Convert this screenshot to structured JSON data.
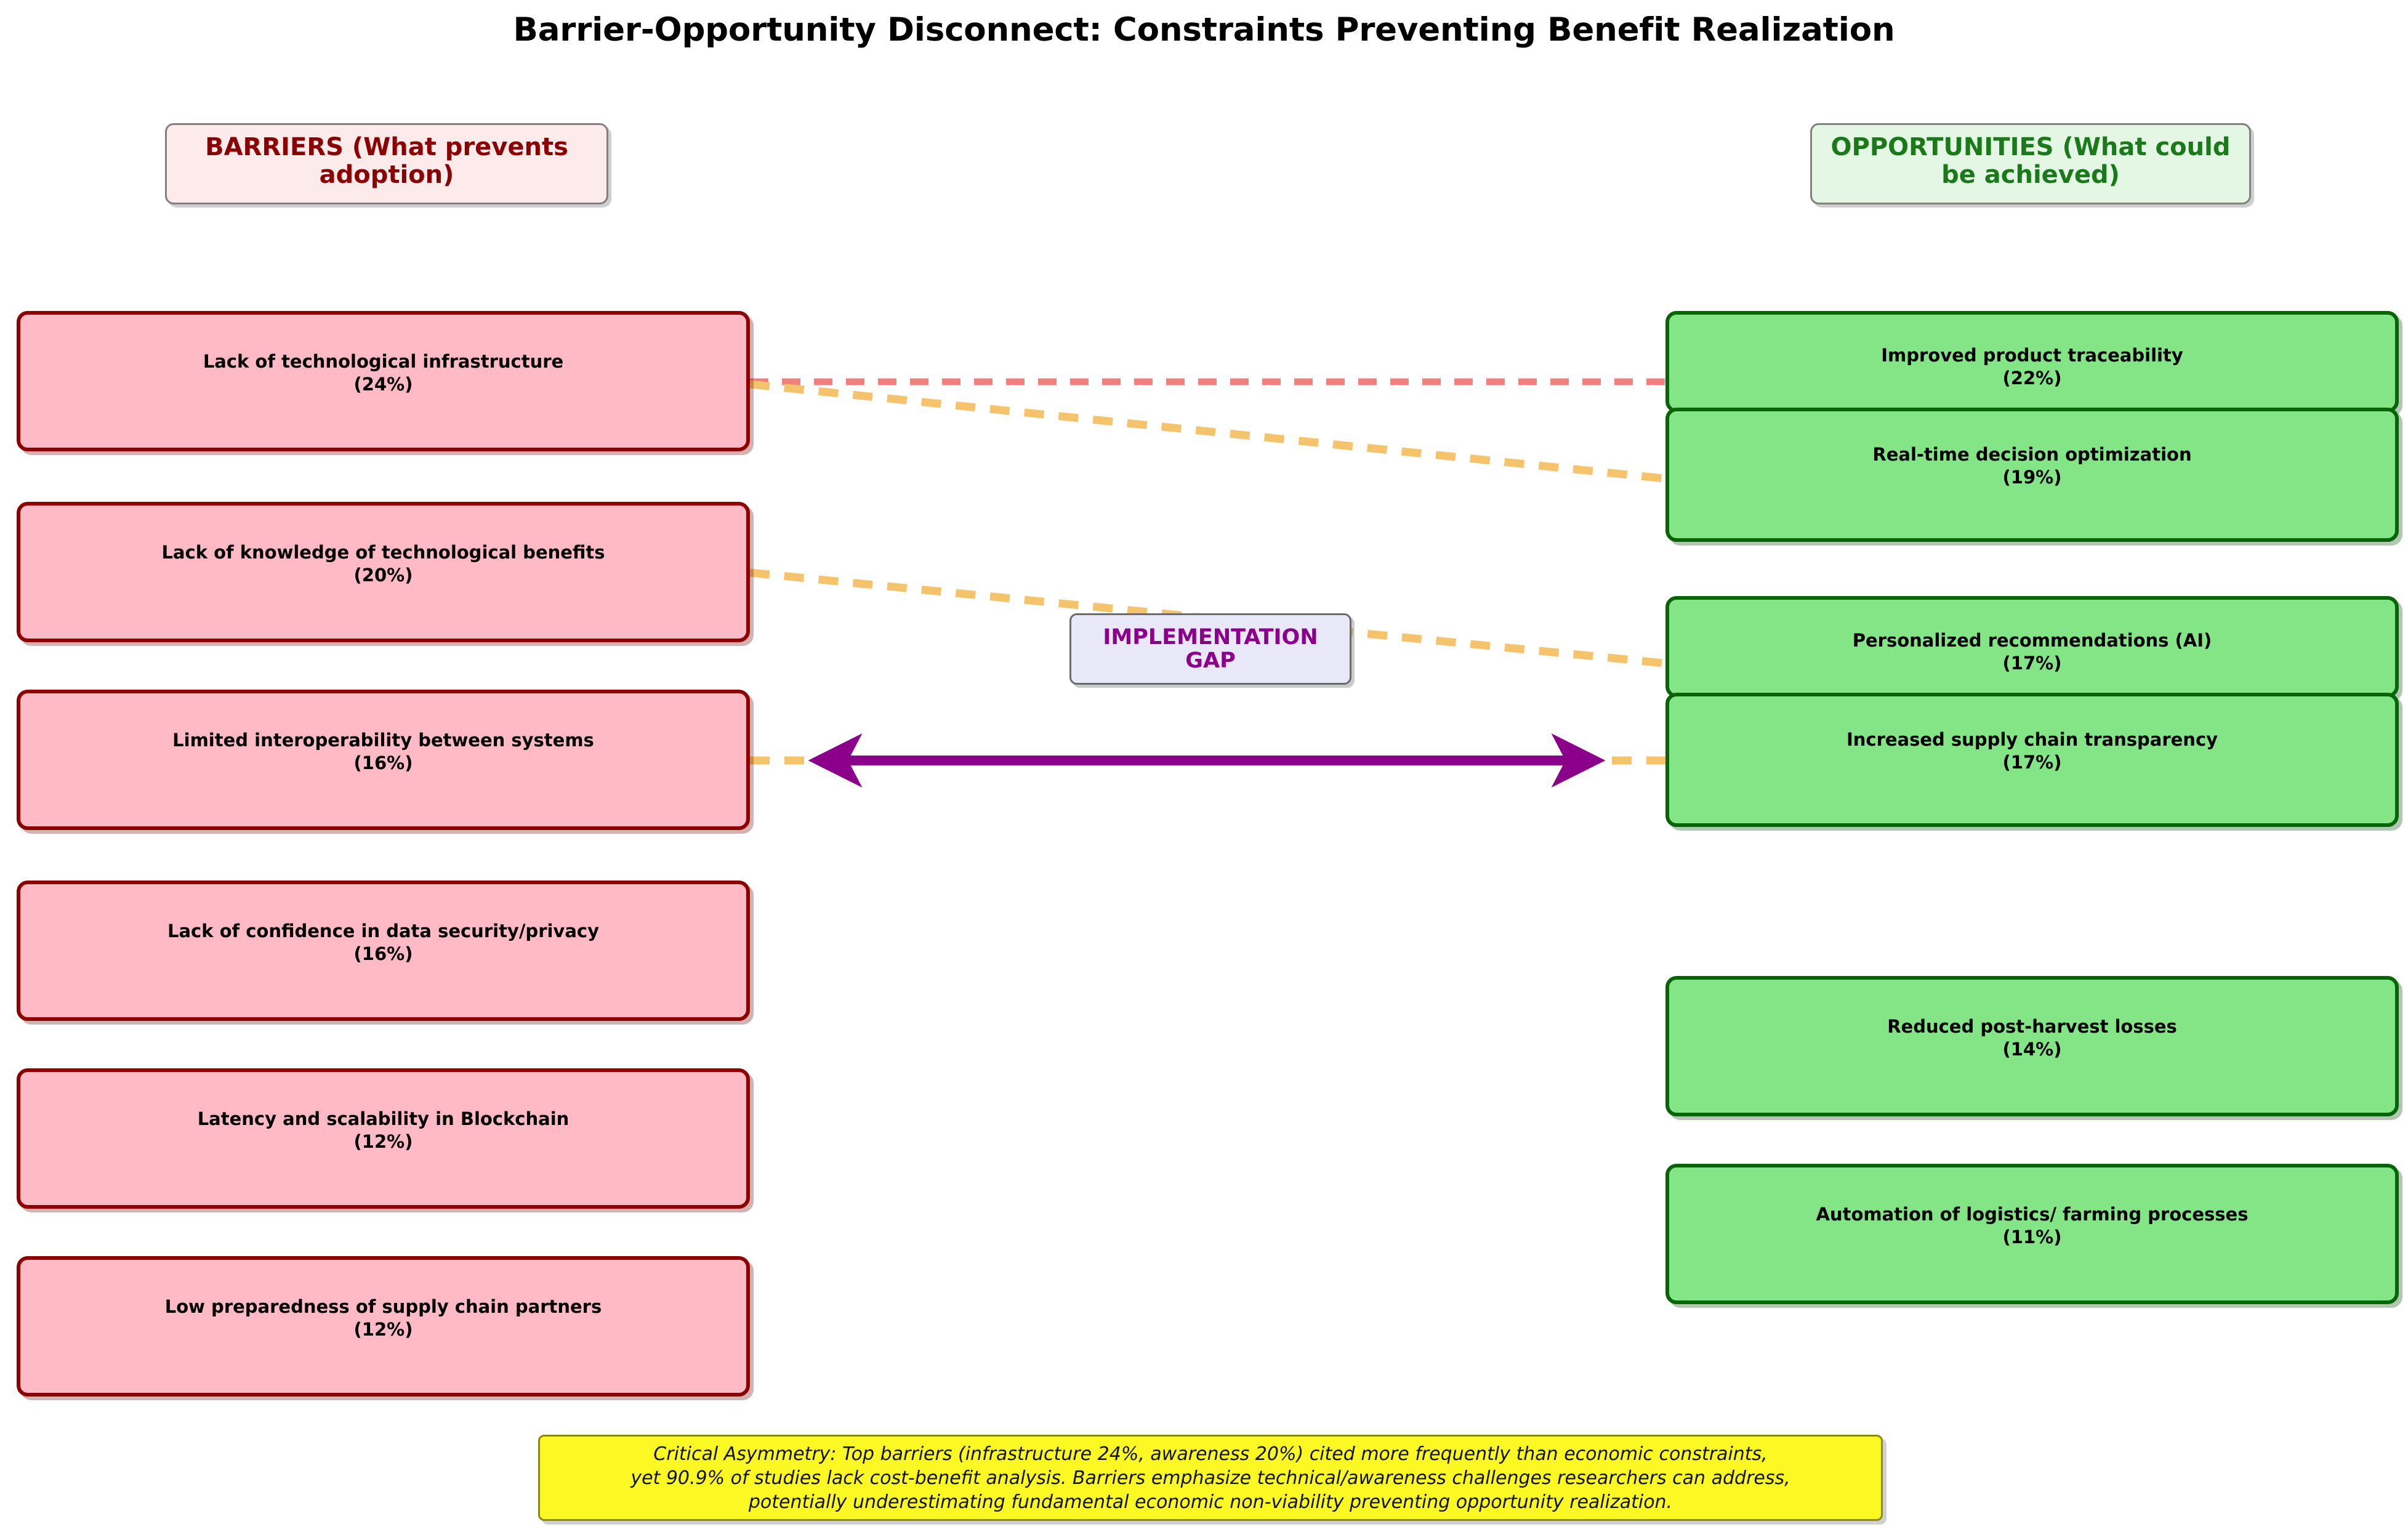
{
  "title": "Barrier-Opportunity Disconnect: Constraints Preventing Benefit Realization",
  "columns": {
    "barriers": {
      "heading": "BARRIERS",
      "subheading": "(What prevents adoption)"
    },
    "opportunities": {
      "heading": "OPPORTUNITIES",
      "subheading": "(What could be achieved)"
    }
  },
  "center": {
    "line1": "IMPLEMENTATION",
    "line2": "GAP"
  },
  "note": {
    "line1": "Critical Asymmetry: Top barriers (infrastructure 24%, awareness 20%) cited more frequently than economic constraints,",
    "line2": "yet 90.9% of studies lack cost-benefit analysis. Barriers emphasize technical/awareness challenges researchers can address,",
    "line3": "potentially underestimating fundamental economic non-viability preventing opportunity realization."
  },
  "colors": {
    "barrier_fill": "#ffbac5",
    "barrier_border": "#8b0000",
    "opportunity_fill": "#83e585",
    "opportunity_border": "#076407",
    "gap_fill": "#e9e8f8",
    "gap_text": "#8b008b",
    "note_fill": "#fbf823",
    "link_strong": "#f08080",
    "link_weak": "#f5c36b",
    "arrow": "#8b008b"
  },
  "chart_data": {
    "type": "diagram",
    "title": "Barrier-Opportunity Disconnect: Constraints Preventing Benefit Realization",
    "left_column_label": "BARRIERS (What prevents adoption)",
    "right_column_label": "OPPORTUNITIES (What could be achieved)",
    "barriers": [
      {
        "label": "Lack of technological infrastructure",
        "percent": "(24%)",
        "value": 24
      },
      {
        "label": "Lack of knowledge of technological benefits",
        "percent": "(20%)",
        "value": 20
      },
      {
        "label": "Limited interoperability between systems",
        "percent": "(16%)",
        "value": 16
      },
      {
        "label": "Lack of confidence in data security/privacy",
        "percent": "(16%)",
        "value": 16
      },
      {
        "label": "Latency and scalability in Blockchain",
        "percent": "(12%)",
        "value": 12
      },
      {
        "label": "Low preparedness of supply chain partners",
        "percent": "(12%)",
        "value": 12
      }
    ],
    "opportunities": [
      {
        "label": "Improved product traceability",
        "percent": "(22%)",
        "value": 22
      },
      {
        "label": "Real-time decision optimization",
        "percent": "(19%)",
        "value": 19
      },
      {
        "label": "Personalized recommendations (AI)",
        "percent": "(17%)",
        "value": 17
      },
      {
        "label": "Increased supply chain transparency",
        "percent": "(17%)",
        "value": 17
      },
      {
        "label": "Reduced post-harvest losses",
        "percent": "(14%)",
        "value": 14
      },
      {
        "label": "Automation of logistics/ farming processes",
        "percent": "(11%)",
        "value": 11
      }
    ],
    "links": [
      {
        "from": "Lack of technological infrastructure",
        "to": "Improved product traceability",
        "style": "dashed",
        "color": "#f08080"
      },
      {
        "from": "Lack of technological infrastructure",
        "to": "Real-time decision optimization",
        "style": "dashed",
        "color": "#f5c36b"
      },
      {
        "from": "Lack of knowledge of technological benefits",
        "to": "Personalized recommendations (AI)",
        "style": "dashed",
        "color": "#f5c36b"
      },
      {
        "from": "Limited interoperability between systems",
        "to": "Increased supply chain transparency",
        "style": "dashed-with-double-arrow",
        "color": "#f5c36b"
      }
    ],
    "annotation": "IMPLEMENTATION GAP",
    "footnote": "Critical Asymmetry: Top barriers (infrastructure 24%, awareness 20%) cited more frequently than economic constraints, yet 90.9% of studies lack cost-benefit analysis. Barriers emphasize technical/awareness challenges researchers can address, potentially underestimating fundamental economic non-viability preventing opportunity realization."
  }
}
